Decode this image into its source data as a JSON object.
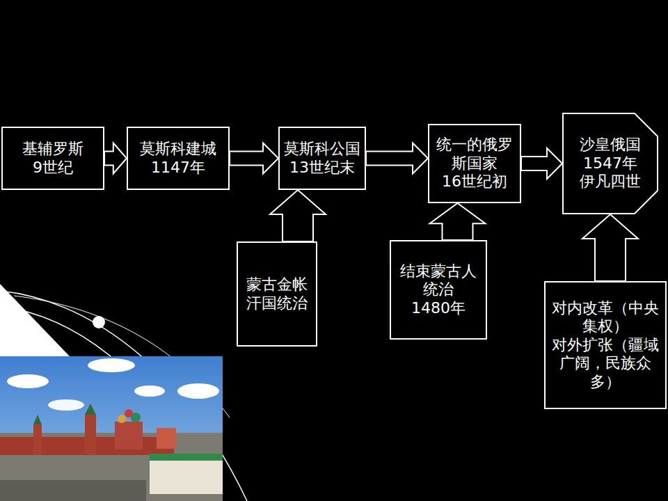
{
  "diagram": {
    "nodes": [
      {
        "text": [
          "基辅罗斯",
          "9世纪"
        ]
      },
      {
        "text": [
          "莫斯科建城",
          "1147年"
        ]
      },
      {
        "text": [
          "莫斯科公国",
          "13世纪末"
        ]
      },
      {
        "text": [
          "统一的俄罗斯国家",
          "16世纪初"
        ]
      },
      {
        "text": [
          "沙皇俄国",
          "1547年",
          "伊凡四世"
        ]
      },
      {
        "text": [
          "蒙古金帐汗国统治"
        ]
      },
      {
        "text": [
          "结束蒙古人统治",
          "1480年"
        ]
      },
      {
        "text": [
          "对内改革（中央集权）",
          "对外扩张（疆域广阔，民族众多）"
        ]
      }
    ],
    "edges": [
      {
        "from": 0,
        "to": 1,
        "arrow": "to"
      },
      {
        "from": 1,
        "to": 2,
        "arrow": "to"
      },
      {
        "from": 2,
        "to": 3,
        "arrow": "to"
      },
      {
        "from": 3,
        "to": 4,
        "arrow": "to"
      },
      {
        "from": 5,
        "to": 2,
        "arrow": "to"
      },
      {
        "from": 6,
        "to": 3,
        "arrow": "to"
      },
      {
        "from": 7,
        "to": 4,
        "arrow": "to"
      }
    ]
  }
}
